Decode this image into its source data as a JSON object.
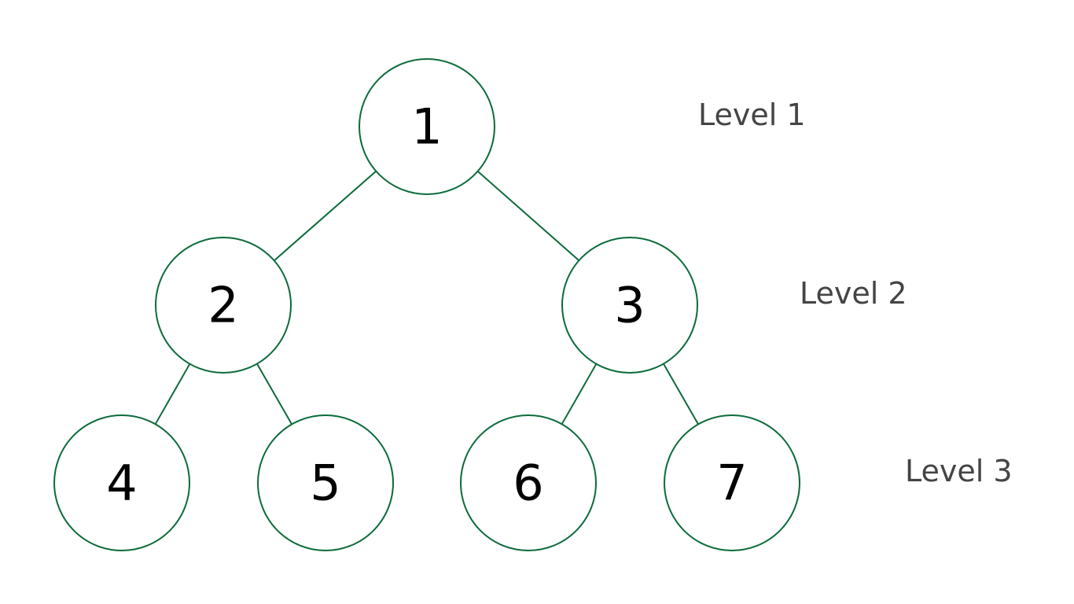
{
  "colors": {
    "stroke": "#0b6b3a",
    "node_fill": "#ffffff",
    "text": "#000000",
    "level_text": "#444444",
    "background": "#ffffff"
  },
  "tree": {
    "nodes": [
      "1",
      "2",
      "3",
      "4",
      "5",
      "6",
      "7"
    ],
    "edges": [
      [
        "1",
        "2"
      ],
      [
        "1",
        "3"
      ],
      [
        "2",
        "4"
      ],
      [
        "2",
        "5"
      ],
      [
        "3",
        "6"
      ],
      [
        "3",
        "7"
      ]
    ],
    "levels": [
      {
        "label": "Level 1",
        "nodes": [
          "1"
        ]
      },
      {
        "label": "Level 2",
        "nodes": [
          "2",
          "3"
        ]
      },
      {
        "label": "Level 3",
        "nodes": [
          "4",
          "5",
          "6",
          "7"
        ]
      }
    ]
  }
}
